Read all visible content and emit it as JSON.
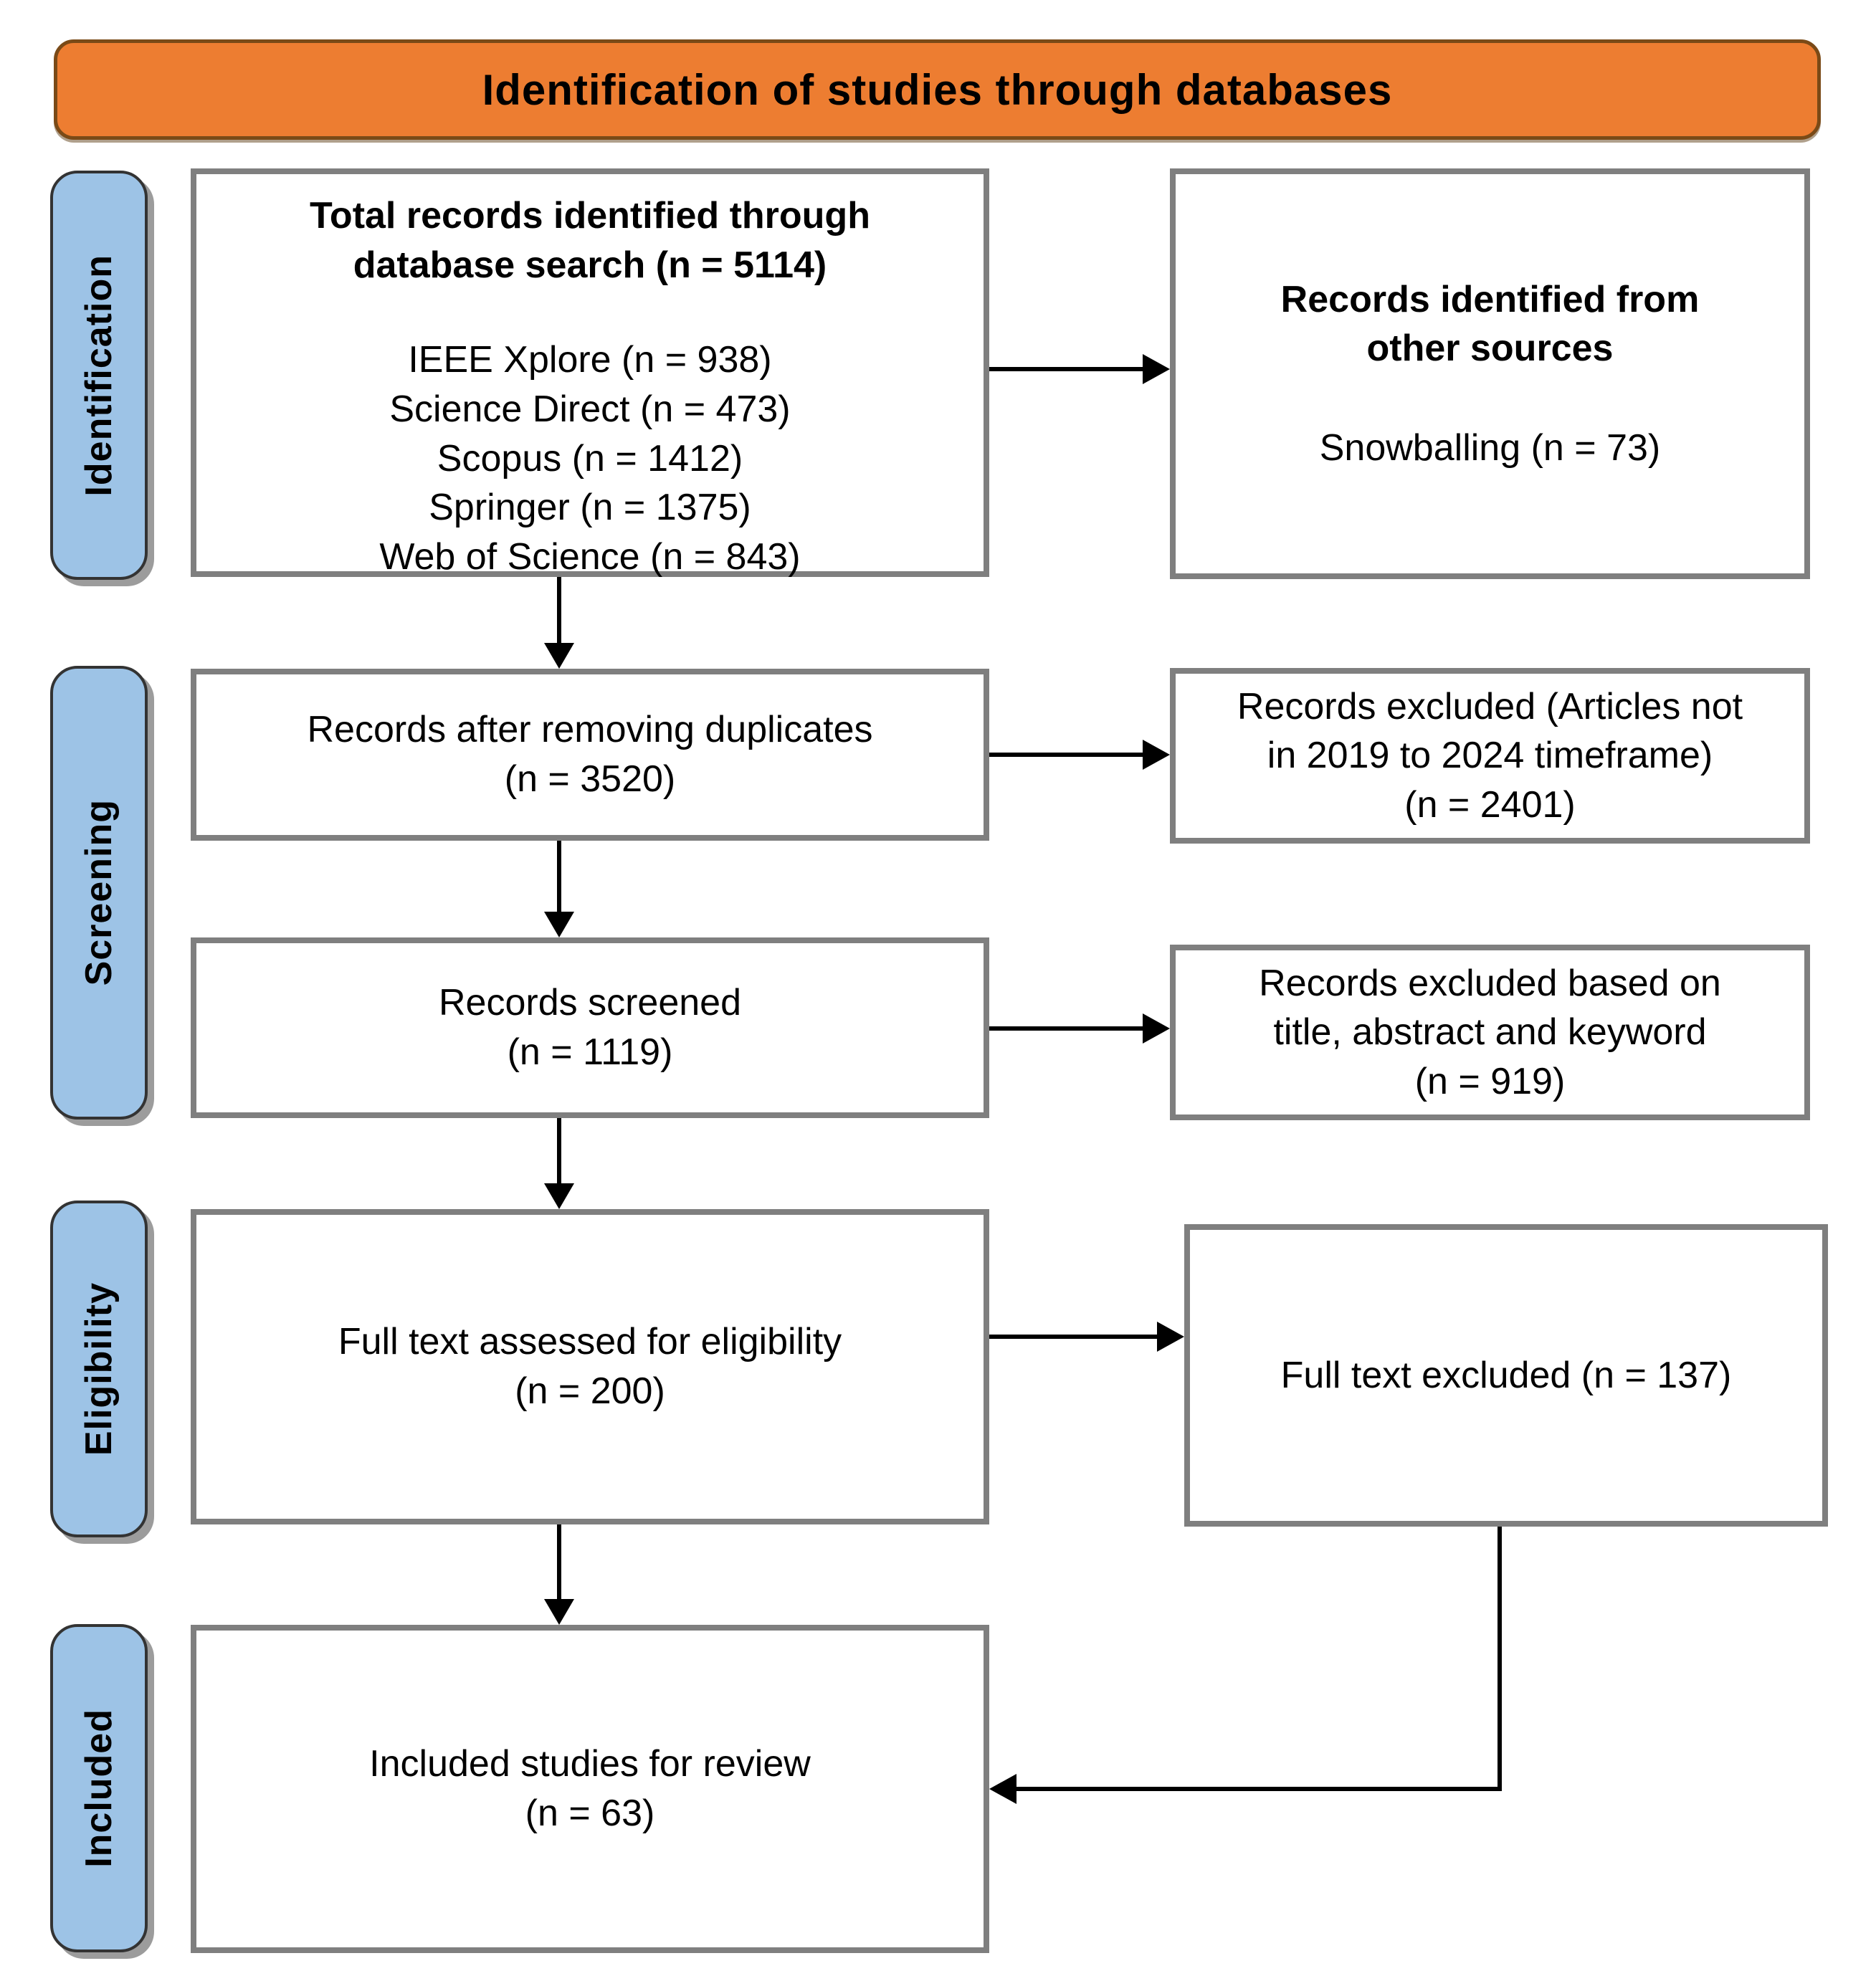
{
  "title": "Identification of studies through databases",
  "colors": {
    "banner_fill": "#ED7D31",
    "banner_border": "#7A4A17",
    "stage_fill": "#9DC3E6",
    "stage_border": "#333333",
    "box_border": "#7F7F7F",
    "arrow": "#000000",
    "text": "#000000"
  },
  "stages": [
    {
      "label": "Identification"
    },
    {
      "label": "Screening"
    },
    {
      "label": "Eligibility"
    },
    {
      "label": "Included"
    }
  ],
  "boxes": {
    "identified": {
      "heading": [
        "Total records identified through",
        "database search (n = 5114)"
      ],
      "sources": [
        "IEEE Xplore (n = 938)",
        "Science Direct (n = 473)",
        "Scopus (n = 1412)",
        "Springer (n = 1375)",
        "Web of Science (n = 843)"
      ]
    },
    "other_sources": {
      "heading": [
        "Records identified from",
        "other sources"
      ],
      "body": "Snowballing (n = 73)"
    },
    "deduplicated": {
      "lines": [
        "Records after removing duplicates",
        "(n = 3520)"
      ]
    },
    "excluded_timeframe": {
      "lines": [
        "Records excluded (Articles not",
        "in 2019 to 2024 timeframe)",
        "(n = 2401)"
      ]
    },
    "screened": {
      "lines": [
        "Records screened",
        "(n = 1119)"
      ]
    },
    "excluded_screening": {
      "lines": [
        "Records excluded based on",
        "title, abstract and keyword",
        "(n = 919)"
      ]
    },
    "full_text": {
      "lines": [
        "Full text assessed for eligibility",
        "(n = 200)"
      ]
    },
    "full_text_excluded": {
      "lines": [
        "Full text excluded (n = 137)"
      ]
    },
    "included_studies": {
      "lines": [
        "Included studies for review",
        "(n = 63)"
      ]
    }
  }
}
